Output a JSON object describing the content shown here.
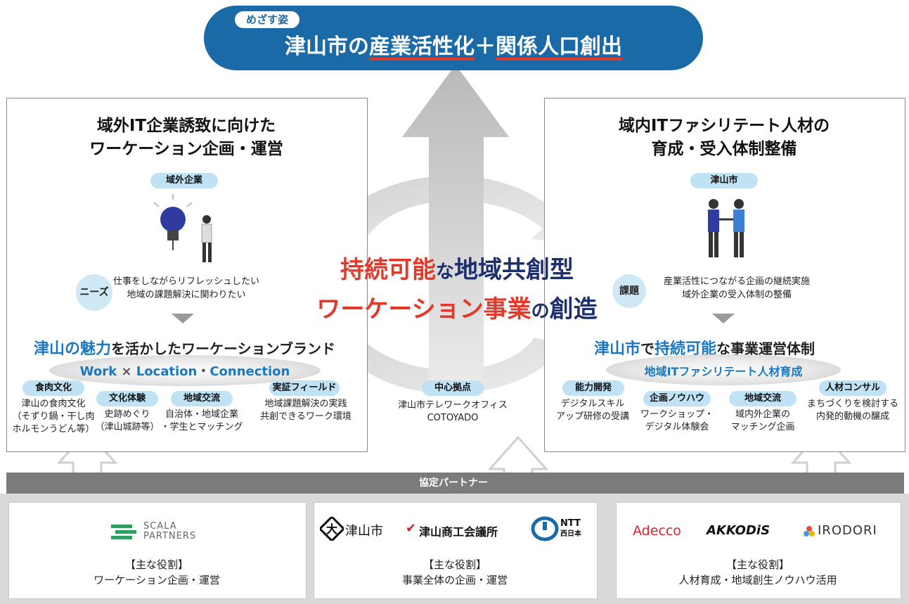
{
  "goal": {
    "tag": "めざす姿",
    "title_a": "津山市の",
    "title_b": "産業活性化",
    "title_c": "＋",
    "title_d": "関係人口創出"
  },
  "center": {
    "l1_a": "持続可能",
    "l1_b": "な",
    "l1_c": "地域共創型",
    "l2_a": "ワーケーション事業",
    "l2_b": "の",
    "l2_c": "創造"
  },
  "left": {
    "title1": "域外IT企業誘致に向けた",
    "title2": "ワーケーション企画・運営",
    "tag": "域外企業",
    "needs_label": "ニーズ",
    "needs1": "仕事をしながらリフレッシュしたい",
    "needs2": "地域の課題解決に関わりたい",
    "brand_a": "津山の魅力",
    "brand_b": "を活かしたワーケーションブランド",
    "ellipse_a": "Work",
    "ellipse_b": "×",
    "ellipse_c": "Location",
    "ellipse_d": "・",
    "ellipse_e": "Connection",
    "items": [
      {
        "label": "食肉文化",
        "t1": "津山の食肉文化",
        "t2": "（そずり鍋・干し肉",
        "t3": "ホルモンうどん等）"
      },
      {
        "label": "文化体験",
        "t1": "史跡めぐり",
        "t2": "（津山城跡等）"
      },
      {
        "label": "地域交流",
        "t1": "自治体・地域企業",
        "t2": "・学生とマッチング"
      },
      {
        "label": "実証フィールド",
        "t1": "地域課題解決の実践",
        "t2": "共創できるワーク環境"
      }
    ]
  },
  "right": {
    "title1": "域内ITファシリテート人材の",
    "title2": "育成・受入体制整備",
    "tag": "津山市",
    "issue_label": "課題",
    "issue1": "産業活性につながる企画の継続実施",
    "issue2": "域外企業の受入体制の整備",
    "brand_a": "津山市",
    "brand_b": "で",
    "brand_c": "持続可能",
    "brand_d": "な事業運営体制",
    "ellipse": "地域ITファシリテート人材育成",
    "items": [
      {
        "label": "能力開発",
        "t1": "デジタルスキル",
        "t2": "アップ研修の受講"
      },
      {
        "label": "企画ノウハウ",
        "t1": "ワークショップ・",
        "t2": "デジタル体験会"
      },
      {
        "label": "地域交流",
        "t1": "域内外企業の",
        "t2": "マッチング企画"
      },
      {
        "label": "人材コンサル",
        "t1": "まちづくりを検討する",
        "t2": "内発的動機の醸成"
      }
    ]
  },
  "hub": {
    "label": "中心拠点",
    "t1": "津山市テレワークオフィス",
    "t2": "COTOYADO"
  },
  "partners": {
    "bar_label": "協定パートナー",
    "role_heading": "【主な役割】",
    "left": {
      "logo1": "SCALA",
      "logo2": "PARTNERS",
      "role": "ワーケーション企画・運営"
    },
    "center": {
      "logo_city": "津山市",
      "logo_chamber": "津山商工会議所",
      "logo_ntt1": "NTT",
      "logo_ntt2": "西日本",
      "role": "事業全体の企画・運営"
    },
    "right": {
      "logo_adecco": "Adecco",
      "logo_akkodis": "AKKODiS",
      "logo_irodori": "IRODORI",
      "role": "人材育成・地域創生ノウハウ活用"
    }
  },
  "colors": {
    "blue": "#1b6aa8",
    "red": "#e2392b",
    "navy": "#1e2f6e",
    "pill": "#bfe3f5"
  }
}
